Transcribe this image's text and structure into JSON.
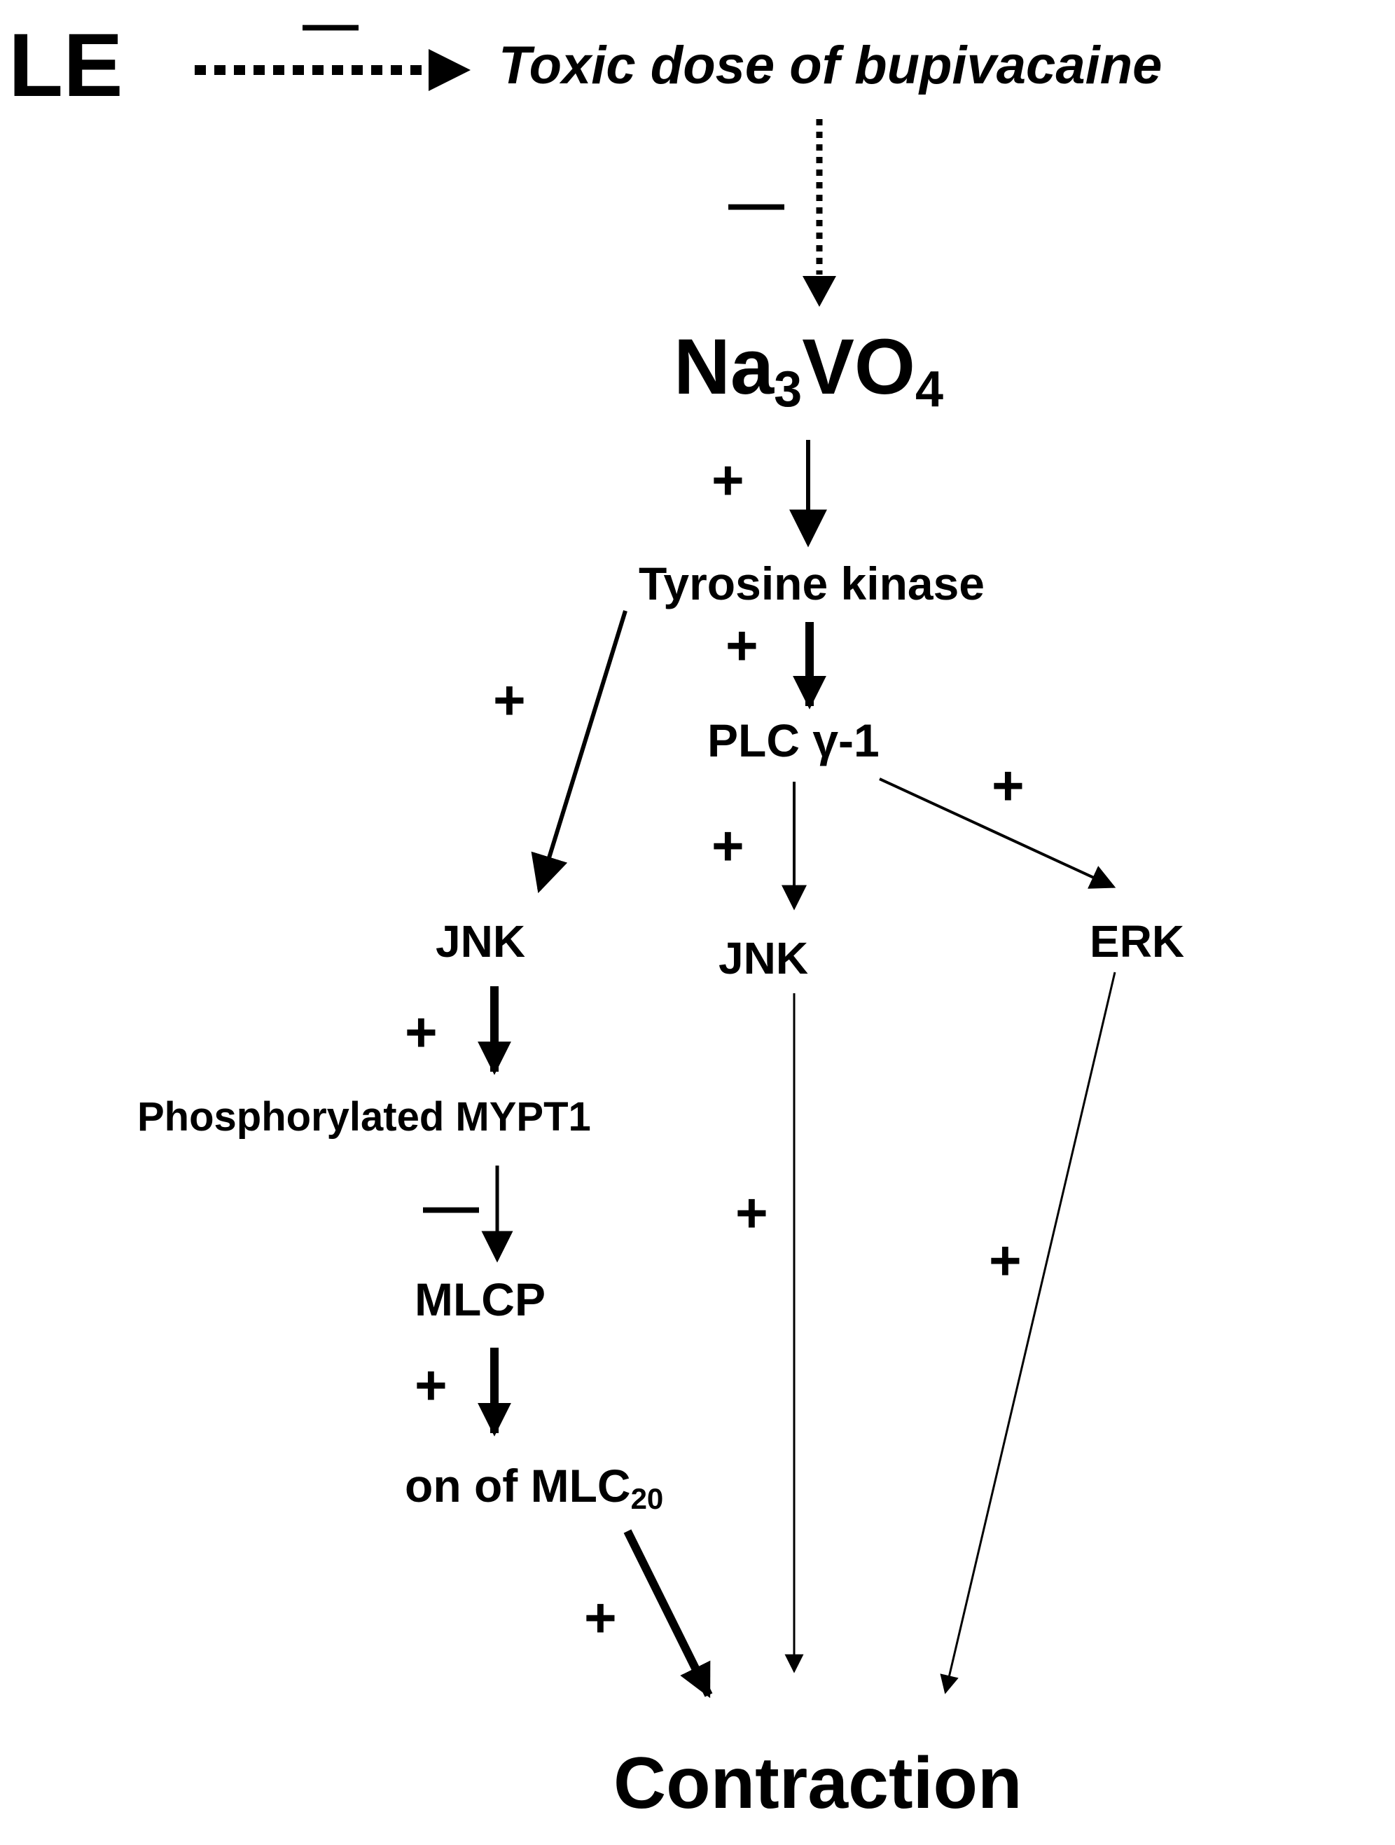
{
  "nodes": {
    "le": "LE",
    "toxic": "Toxic dose of bupivacaine",
    "na_main": "Na",
    "na_sub1": "3",
    "na_mid": "VO",
    "na_sub2": "4",
    "tyrosine_kinase": "Tyrosine kinase",
    "plc": "PLC γ-1",
    "jnk_left": "JNK",
    "jnk_center": "JNK",
    "erk": "ERK",
    "mypt1": "Phosphorylated MYPT1",
    "mlcp": "MLCP",
    "mlc_main": "on of MLC",
    "mlc_sub": "20",
    "contraction": "Contraction"
  },
  "signs": {
    "le_toxic": "—",
    "toxic_na": "—",
    "na_tk": "+",
    "tk_jnk": "+",
    "tk_plc": "+",
    "plc_erk": "+",
    "plc_jnk": "+",
    "jnk_mypt": "+",
    "mypt_mlcp": "—",
    "mlcp_mlc": "+",
    "mlc_contraction": "+",
    "jnk_contraction": "+",
    "erk_contraction": "+"
  }
}
